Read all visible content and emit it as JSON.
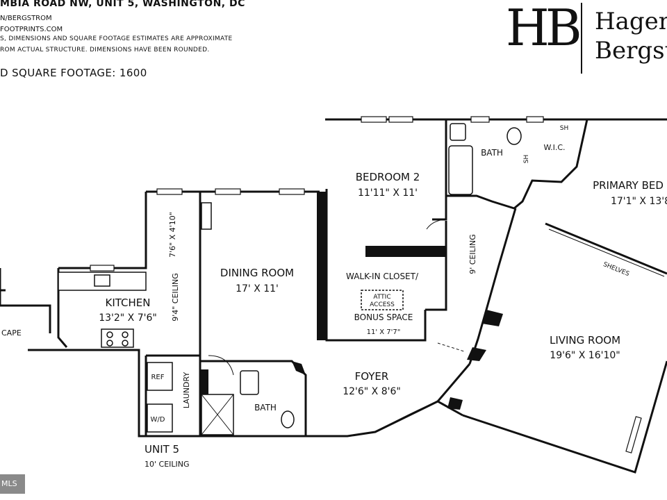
{
  "header": {
    "address": "MBIA ROAD NW, UNIT 5, WASHINGTON, DC",
    "credit": "N/BERGSTROM",
    "website": "FOOTPRINTS.COM",
    "disclaimer_1": "S, DIMENSIONS AND SQUARE FOOTAGE ESTIMATES ARE APPROXIMATE",
    "disclaimer_2": "ROM ACTUAL STRUCTURE. DIMENSIONS HAVE BEEN ROUNDED.",
    "square_footage": "D SQUARE FOOTAGE: 1600"
  },
  "logo": {
    "mark": "HB",
    "line1": "Hagen",
    "line2": "Bergst"
  },
  "rooms": {
    "bedroom2": {
      "name": "BEDROOM 2",
      "size": "11'11\" X 11'"
    },
    "bath_top": {
      "name": "BATH"
    },
    "wic": {
      "name": "W.I.C."
    },
    "sh_top": {
      "name": "SH"
    },
    "sh_side": {
      "name": "SH"
    },
    "primary": {
      "name": "PRIMARY BED",
      "size": "17'1\" X 13'8"
    },
    "dining": {
      "name": "DINING ROOM",
      "size": "17' X 11'"
    },
    "closet": {
      "name": "WALK-IN CLOSET/",
      "attic_1": "ATTIC",
      "attic_2": "ACCESS",
      "bonus": "BONUS SPACE",
      "size": "11' X 7'7\""
    },
    "kitchen": {
      "name": "KITCHEN",
      "size": "13'2\" X 7'6\""
    },
    "living": {
      "name": "LIVING ROOM",
      "size": "19'6\" X 16'10\"",
      "shelves": "SHELVES"
    },
    "foyer": {
      "name": "FOYER",
      "size": "12'6\" X 8'6\""
    },
    "bath_bottom": {
      "name": "BATH"
    },
    "laundry": {
      "name": "LAUNDRY"
    },
    "ref": {
      "name": "REF"
    },
    "wd": {
      "name": "W/D"
    },
    "scape": {
      "name": "CAPE"
    }
  },
  "notes": {
    "nine_ceiling": "9' CEILING",
    "nine4_ceiling": "9'4\" CEILING",
    "dim_7_6": "7'6\" X 4'10\"",
    "unit": "UNIT 5",
    "unit_ceiling": "10' CEILING"
  },
  "badge": {
    "mls": "MLS"
  }
}
